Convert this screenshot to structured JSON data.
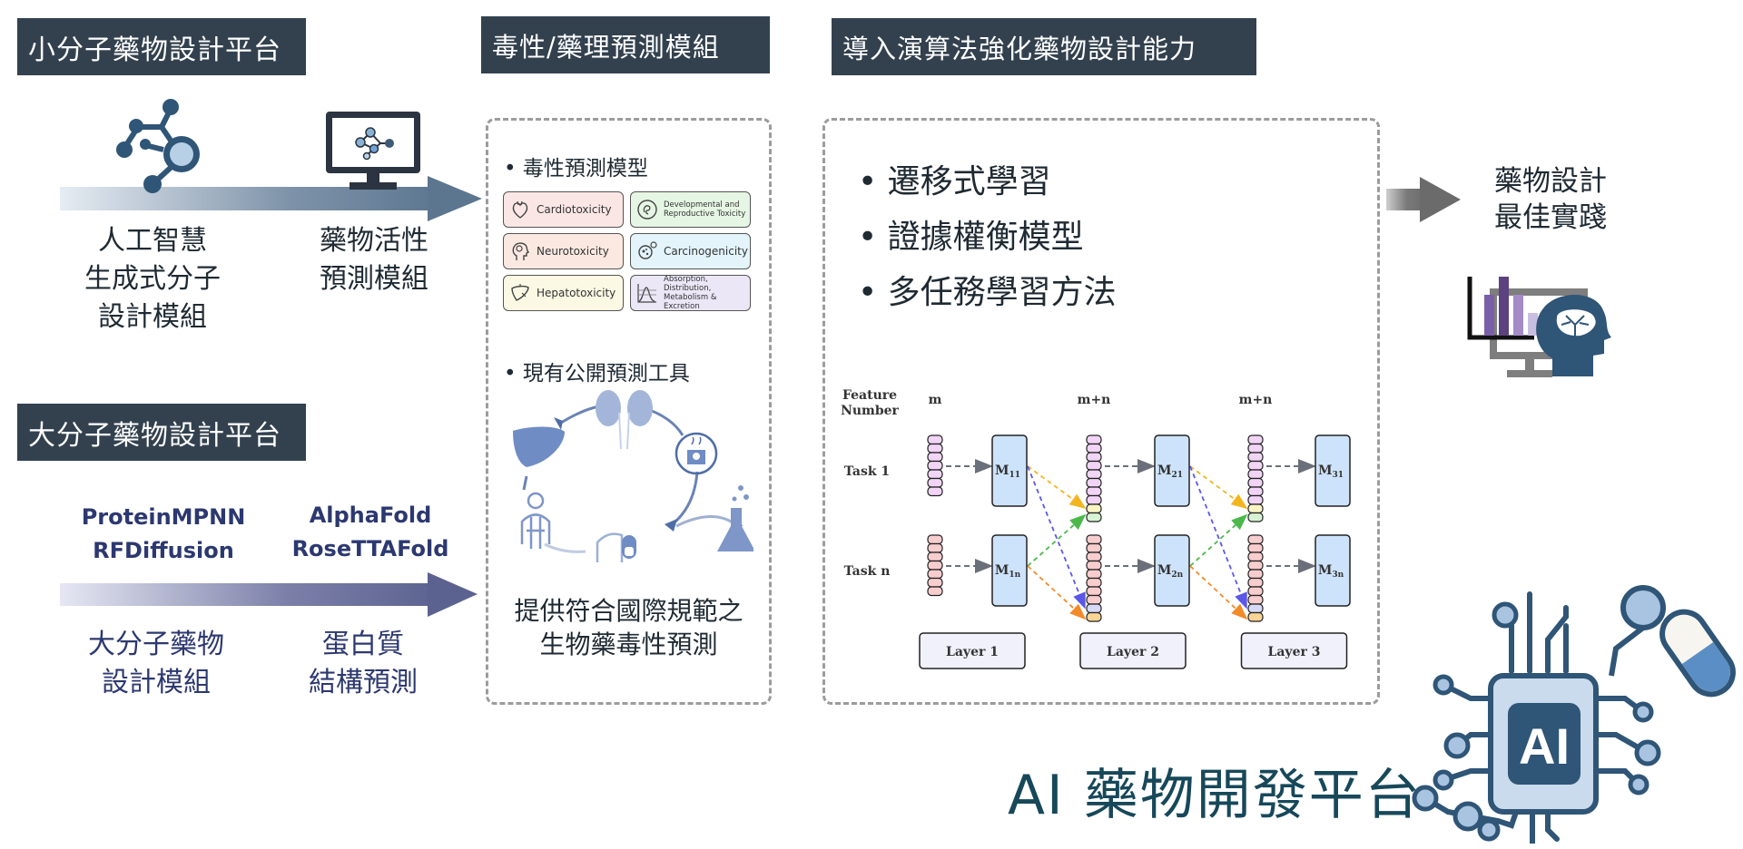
{
  "small_molecule": {
    "title": "小分子藥物設計平台",
    "step1_lines": [
      "人工智慧",
      "生成式分子",
      "設計模組"
    ],
    "step2_lines": [
      "藥物活性",
      "預測模組"
    ]
  },
  "large_molecule": {
    "title": "大分子藥物設計平台",
    "tools1": [
      "ProteinMPNN",
      "RFDiffusion"
    ],
    "tools2": [
      "AlphaFold",
      "RoseTTAFold"
    ],
    "step1_lines": [
      "大分子藥物",
      "設計模組"
    ],
    "step2_lines": [
      "蛋白質",
      "結構預測"
    ]
  },
  "toxicity_module": {
    "title": "毒性/藥理預測模組",
    "bullet1": "• 毒性預測模型",
    "cards": [
      {
        "label": "Cardiotoxicity",
        "icon": "heart-icon",
        "color": "#fbe6e6"
      },
      {
        "label": "Developmental and Reproductive Toxicity",
        "icon": "embryo-icon",
        "color": "#e6f6e4"
      },
      {
        "label": "Neurotoxicity",
        "icon": "brain-head-icon",
        "color": "#fbe9e1"
      },
      {
        "label": "Carcinogenicity",
        "icon": "cancer-cell-icon",
        "color": "#e3f4fa"
      },
      {
        "label": "Hepatotoxicity",
        "icon": "liver-icon",
        "color": "#fbf9e4"
      },
      {
        "label": "Absorption, Distribution, Metabolism & Excretion",
        "icon": "curve-chart-icon",
        "color": "#ebe7f7"
      }
    ],
    "bullet2": "• 現有公開預測工具",
    "summary_lines": [
      "提供符合國際規範之",
      "生物藥毒性預測"
    ]
  },
  "algorithm_module": {
    "title": "導入演算法強化藥物設計能力",
    "bullets": [
      "• 遷移式學習",
      "• 證據權衡模型",
      "• 多任務學習方法"
    ],
    "diagram": {
      "feature_label": [
        "Feature",
        "Number"
      ],
      "columns": [
        "m",
        "m+n",
        "m+n"
      ],
      "tasks": [
        "Task 1",
        "Task n"
      ],
      "models": [
        {
          "base": "M",
          "sub": "11"
        },
        {
          "base": "M",
          "sub": "1n"
        },
        {
          "base": "M",
          "sub": "21"
        },
        {
          "base": "M",
          "sub": "2n"
        },
        {
          "base": "M",
          "sub": "31"
        },
        {
          "base": "M",
          "sub": "3n"
        }
      ],
      "layers": [
        "Layer 1",
        "Layer 2",
        "Layer 3"
      ]
    }
  },
  "best_practice": {
    "lines": [
      "藥物設計",
      "最佳實踐"
    ]
  },
  "platform": {
    "title": "AI 藥物開發平台",
    "chip_label": "AI"
  },
  "colors": {
    "title_bg": "#33414f",
    "accent_blue": "#2f5577",
    "large_molecule_text": "#2c3870",
    "platform_text": "#17485a"
  }
}
